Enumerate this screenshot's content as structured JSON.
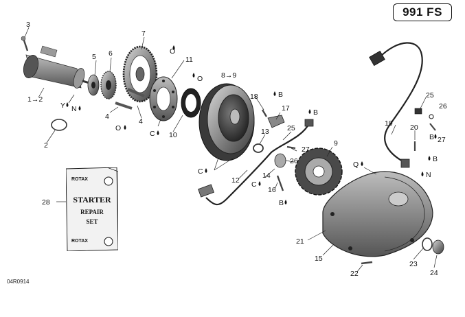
{
  "badge": "991 FS",
  "drawing_code": "04R0914",
  "kit": {
    "brand_top": "ROTAX",
    "brand_bottom": "ROTAX",
    "line1": "STARTER",
    "line2": "REPAIR",
    "line3": "SET"
  },
  "callouts": {
    "c3": "3",
    "c7": "7",
    "c6": "6",
    "c5": "5",
    "c6o": "O",
    "c11": "11",
    "c11o": "O",
    "c89": "8→9",
    "c12": "1→2",
    "c2": "2",
    "cY": "Y",
    "cN1": "N",
    "c4a": "4",
    "c4b": "4",
    "cO": "O",
    "cC1": "C",
    "c10": "10",
    "c18": "18",
    "c18b": "B",
    "c17": "17",
    "c13": "13",
    "cB": "B",
    "c25a": "25",
    "c27a": "27",
    "c26a": "26",
    "c9": "9",
    "c14": "14",
    "cC2": "C",
    "c16": "16",
    "cB2": "B",
    "cC3": "C",
    "c12b": "12",
    "c28": "28",
    "c21": "21",
    "c15": "15",
    "c22": "22",
    "c23": "23",
    "c24": "24",
    "cQ": "Q",
    "cN2": "N",
    "cB3": "B",
    "c19": "19",
    "c20": "20",
    "c25b": "25",
    "c26b": "26",
    "cB4": "B",
    "c27b": "27"
  }
}
